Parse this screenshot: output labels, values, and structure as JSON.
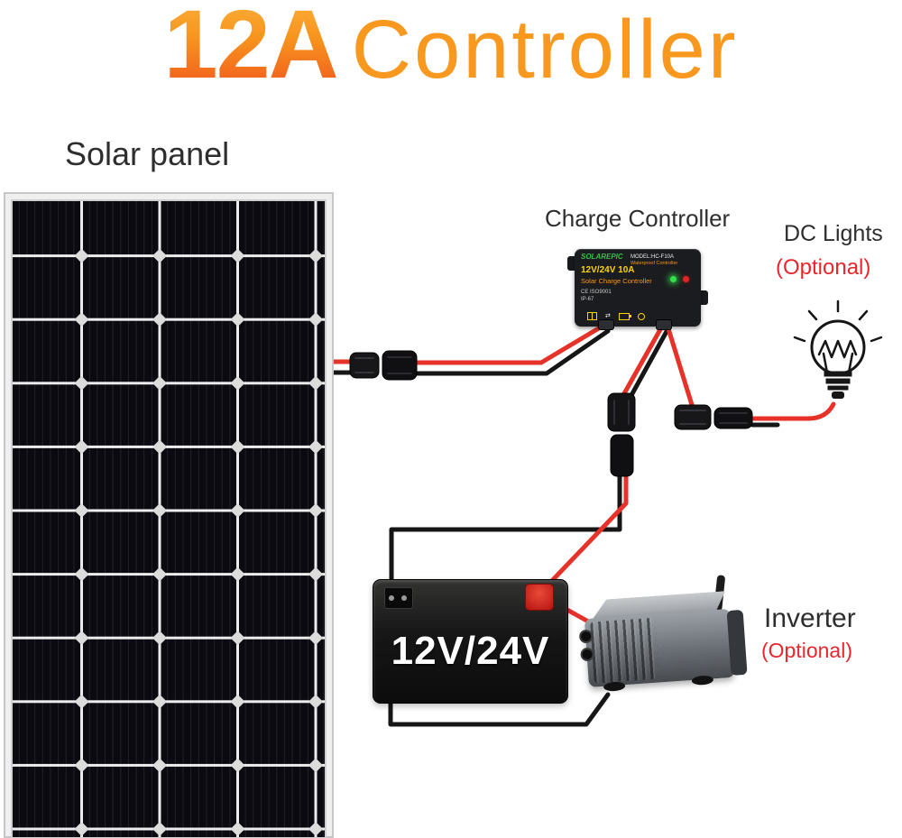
{
  "title": {
    "amp": "12A",
    "word": "Controller"
  },
  "solar_panel": {
    "label": "Solar panel"
  },
  "charge_controller": {
    "label": "Charge Controller",
    "brand": "SOLAREPIC",
    "model": "MODEL:HC-F10A",
    "waterproof": "Waterproof Controller",
    "spec": "12V/24V 10A",
    "product": "Solar Charge Controller",
    "cert": "CE ISO9001",
    "ip": "IP-67",
    "arrows": "⇄"
  },
  "dc_lights": {
    "label": "DC Lights",
    "optional": "(Optional)"
  },
  "battery": {
    "label": "12V/24V"
  },
  "inverter": {
    "label": "Inverter",
    "optional": "(Optional)"
  },
  "colors": {
    "accent_orange": "#f7941d",
    "optional_red": "#e8262c",
    "wire_red": "#e63228",
    "wire_black": "#161616"
  }
}
